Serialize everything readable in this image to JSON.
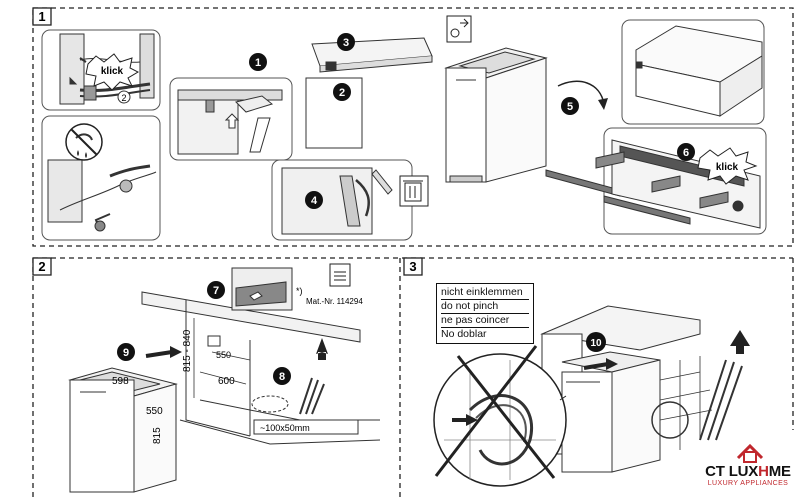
{
  "panels": [
    {
      "number": "1"
    },
    {
      "number": "2"
    },
    {
      "number": "3"
    }
  ],
  "steps": [
    "1",
    "2",
    "3",
    "4",
    "5",
    "6",
    "7",
    "8",
    "9",
    "10"
  ],
  "klick_labels": [
    "klick",
    "klick"
  ],
  "circled_label": "2",
  "dimensions": {
    "height_range": "815 - 840",
    "depth_cutout": "550",
    "width_cutout": "600",
    "appliance_width": "598",
    "appliance_depth": "550",
    "appliance_height": "815",
    "floor_cutout": "~100x50mm"
  },
  "footnote": {
    "marker": "*)",
    "part_number": "Mat.-Nr. 114294"
  },
  "warning_lines": [
    "nicht einklemmen",
    "do not pinch",
    "ne pas coincer",
    "No doblar"
  ],
  "brand": {
    "name_part1": "CT LUX",
    "name_part2": "H",
    "name_part3": "ME",
    "tagline": "LUXURY APPLIANCES",
    "accent_color": "#c0272d"
  }
}
